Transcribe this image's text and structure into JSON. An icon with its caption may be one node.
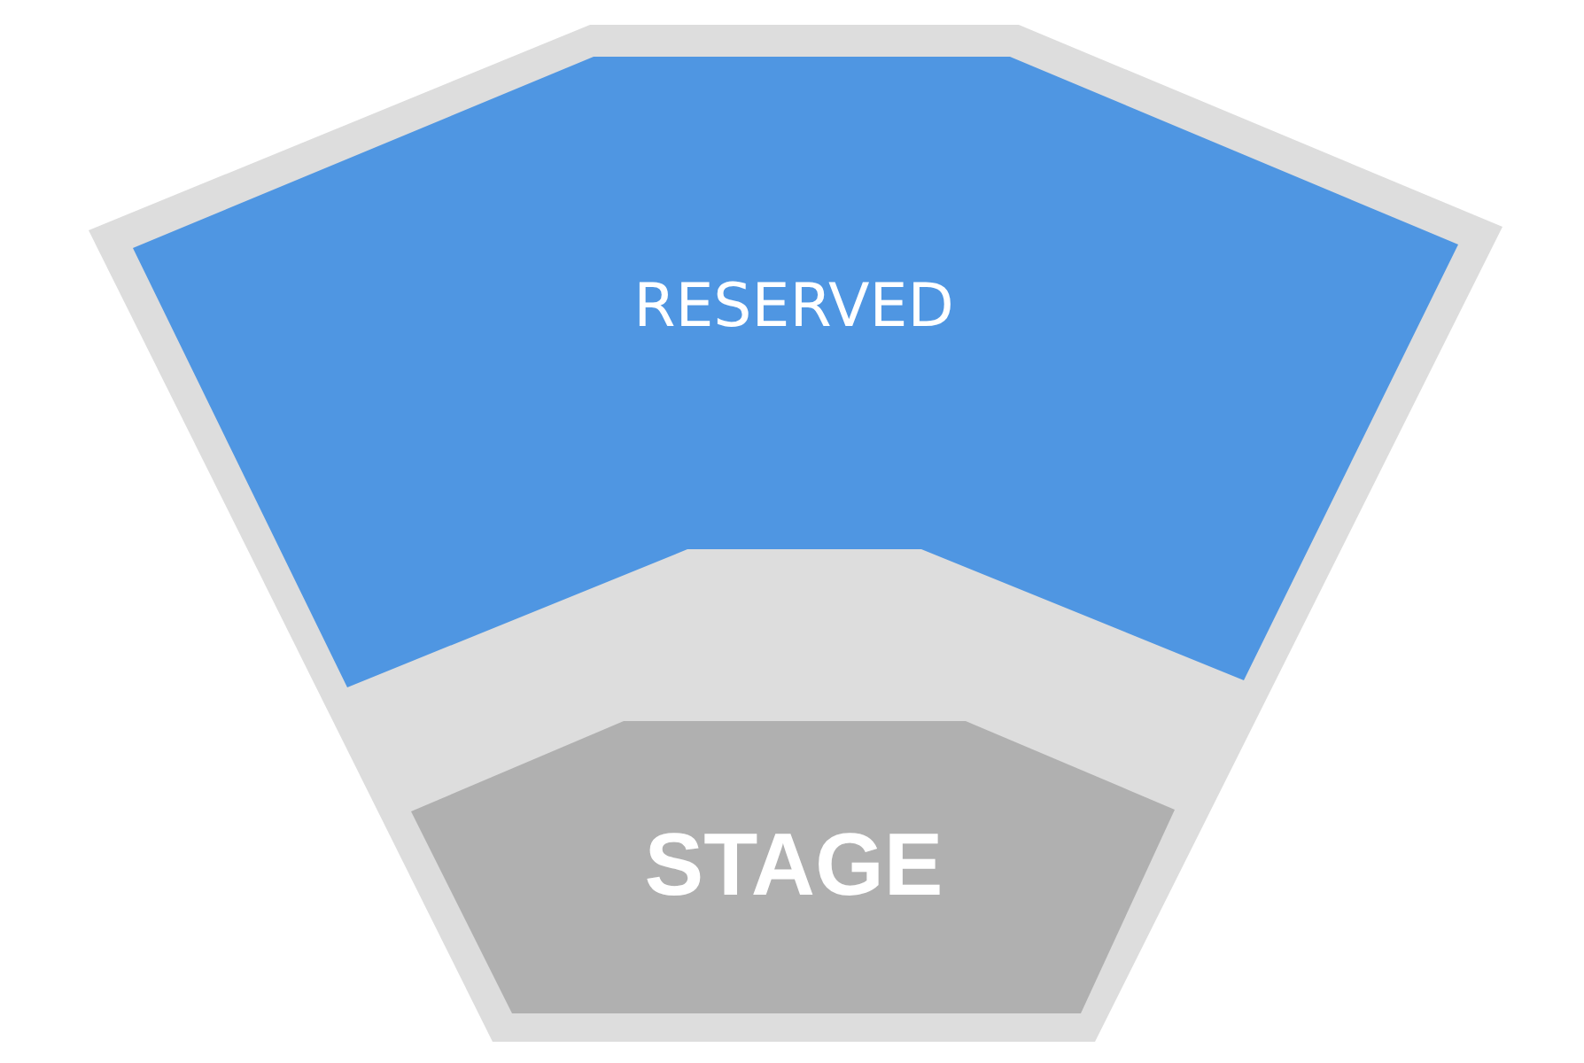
{
  "diagram": {
    "nodes": [
      {
        "text": [],
        "shape": "polygon"
      },
      {
        "text": [
          "RESERVED"
        ],
        "in": 0
      },
      {
        "text": [
          "STAGE"
        ],
        "in": 0
      }
    ]
  }
}
